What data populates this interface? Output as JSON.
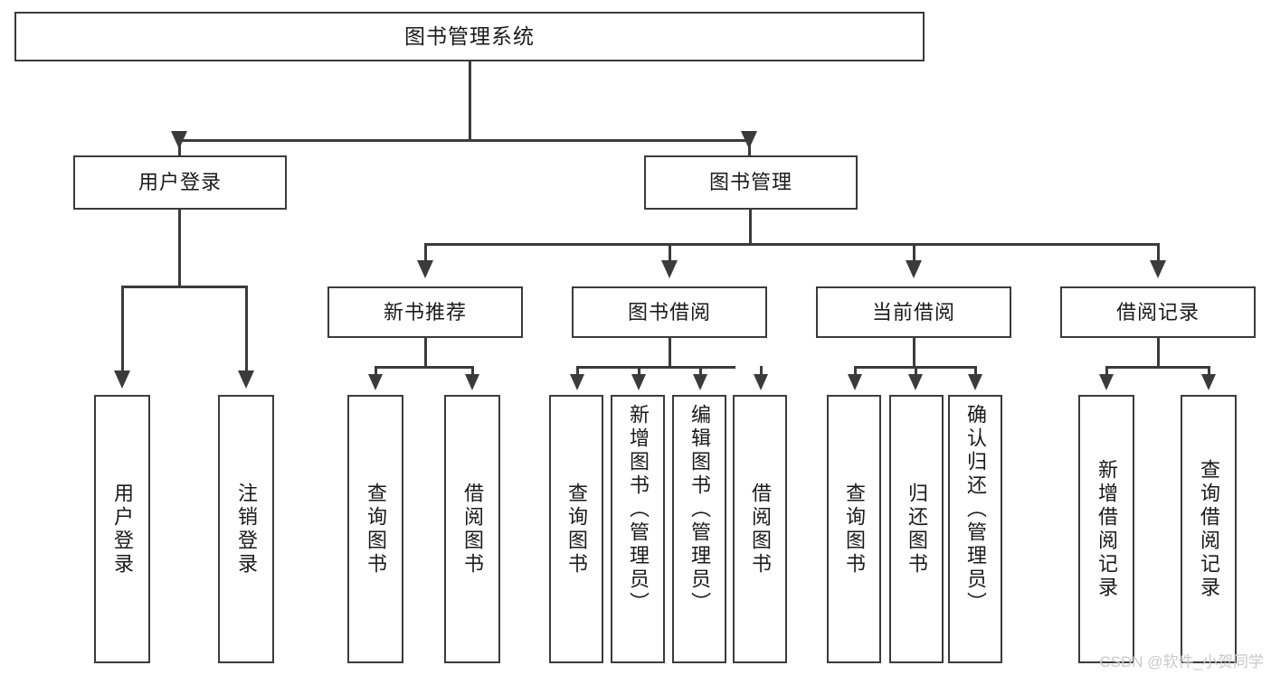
{
  "diagram": {
    "title": "图书管理系统",
    "root": {
      "label": "图书管理系统"
    },
    "level2": [
      {
        "label": "用户登录"
      },
      {
        "label": "图书管理"
      }
    ],
    "level3": [
      {
        "label": "新书推荐"
      },
      {
        "label": "图书借阅"
      },
      {
        "label": "当前借阅"
      },
      {
        "label": "借阅记录"
      }
    ],
    "leaves": {
      "user_login": [
        {
          "label": "用户登录"
        },
        {
          "label": "注销登录"
        }
      ],
      "new_book_recommend": [
        {
          "label": "查询图书"
        },
        {
          "label": "借阅图书"
        }
      ],
      "book_borrow": [
        {
          "label": "查询图书"
        },
        {
          "label": "新增图书（管理员）"
        },
        {
          "label": "编辑图书（管理员）"
        },
        {
          "label": "借阅图书"
        }
      ],
      "current_borrow": [
        {
          "label": "查询图书"
        },
        {
          "label": "归还图书"
        },
        {
          "label": "确认归还（管理员）"
        }
      ],
      "borrow_record": [
        {
          "label": "新增借阅记录"
        },
        {
          "label": "查询借阅记录"
        }
      ]
    }
  },
  "watermark": {
    "text": "CSDN @软件_小贺同学"
  },
  "colors": {
    "stroke": "#3b3b3b",
    "background": "#ffffff",
    "text": "#1a1a1a",
    "watermark": "#c9c9c9"
  }
}
